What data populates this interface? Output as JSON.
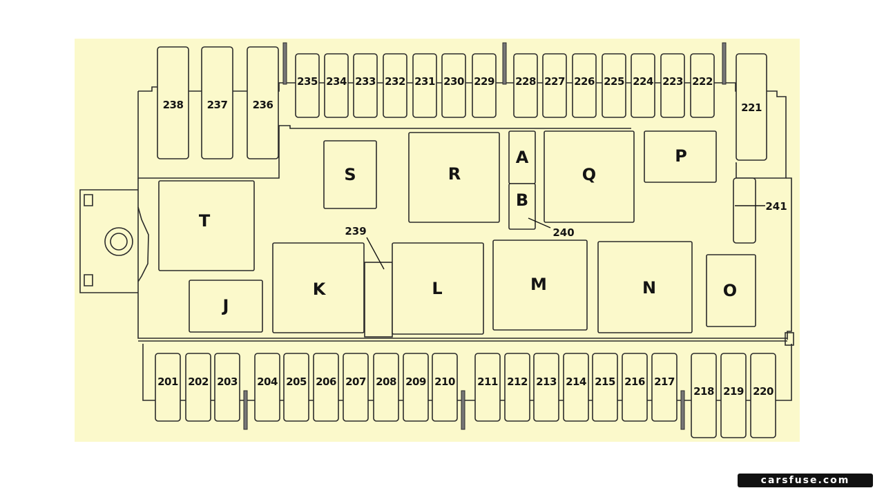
{
  "diagram": {
    "colors": {
      "background": "#FBF9CB",
      "outline": "#2a2a2a",
      "text": "#141414"
    },
    "top_fuses_left": [
      "238",
      "237",
      "236"
    ],
    "top_fuses_small": [
      "235",
      "234",
      "233",
      "232",
      "231",
      "230",
      "229",
      "228",
      "227",
      "226",
      "225",
      "224",
      "223",
      "222"
    ],
    "top_fuse_right": "221",
    "bottom_fuses": [
      "201",
      "202",
      "203",
      "204",
      "205",
      "206",
      "207",
      "208",
      "209",
      "210",
      "211",
      "212",
      "213",
      "214",
      "215",
      "216",
      "217"
    ],
    "bottom_fuses_tall": [
      "218",
      "219",
      "220"
    ],
    "relays": {
      "S": "S",
      "R": "R",
      "A": "A",
      "B": "B",
      "Q": "Q",
      "P": "P",
      "T": "T",
      "J": "J",
      "K": "K",
      "L": "L",
      "M": "M",
      "N": "N",
      "O": "O"
    },
    "annotations": {
      "a239": "239",
      "a240": "240",
      "a241": "241"
    }
  },
  "watermark": "carsfuse.com"
}
